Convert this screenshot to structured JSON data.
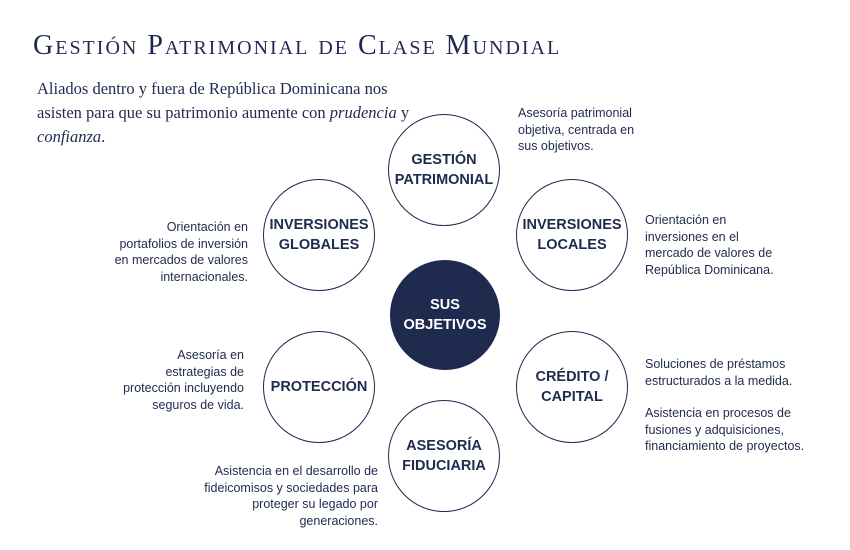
{
  "title": "Gestión Patrimonial de Clase Mundial",
  "subtitle": {
    "part1": "Aliados dentro y fuera de República Dominicana nos asisten para que su patrimonio aumente con ",
    "em1": "prudencia",
    "part2": " y ",
    "em2": "confianza",
    "part3": "."
  },
  "center": {
    "label": "SUS\nOBJETIVOS"
  },
  "nodes": {
    "gestion": {
      "label": "GESTIÓN\nPATRIMONIAL",
      "desc": "Asesoría patrimonial objetiva, centrada en sus objetivos."
    },
    "locales": {
      "label": "INVERSIONES\nLOCALES",
      "desc": "Orientación en inversiones en el mercado de valores de República Dominicana."
    },
    "credito": {
      "label": "CRÉDITO /\nCAPITAL",
      "desc1": "Soluciones de préstamos estructurados a la medida.",
      "desc2": "Asistencia en procesos de fusiones y adquisiciones, financiamiento de proyectos."
    },
    "fiduciaria": {
      "label": "ASESORÍA\nFIDUCIARIA",
      "desc": "Asistencia en el desarrollo de fideicomisos y sociedades para proteger su legado por generaciones."
    },
    "proteccion": {
      "label": "PROTECCIÓN",
      "desc": "Asesoría en estrategias de protección incluyendo seguros de vida."
    },
    "globales": {
      "label": "INVERSIONES\nGLOBALES",
      "desc": "Orientación en portafolios de inversión en mercados de valores internacionales."
    }
  }
}
